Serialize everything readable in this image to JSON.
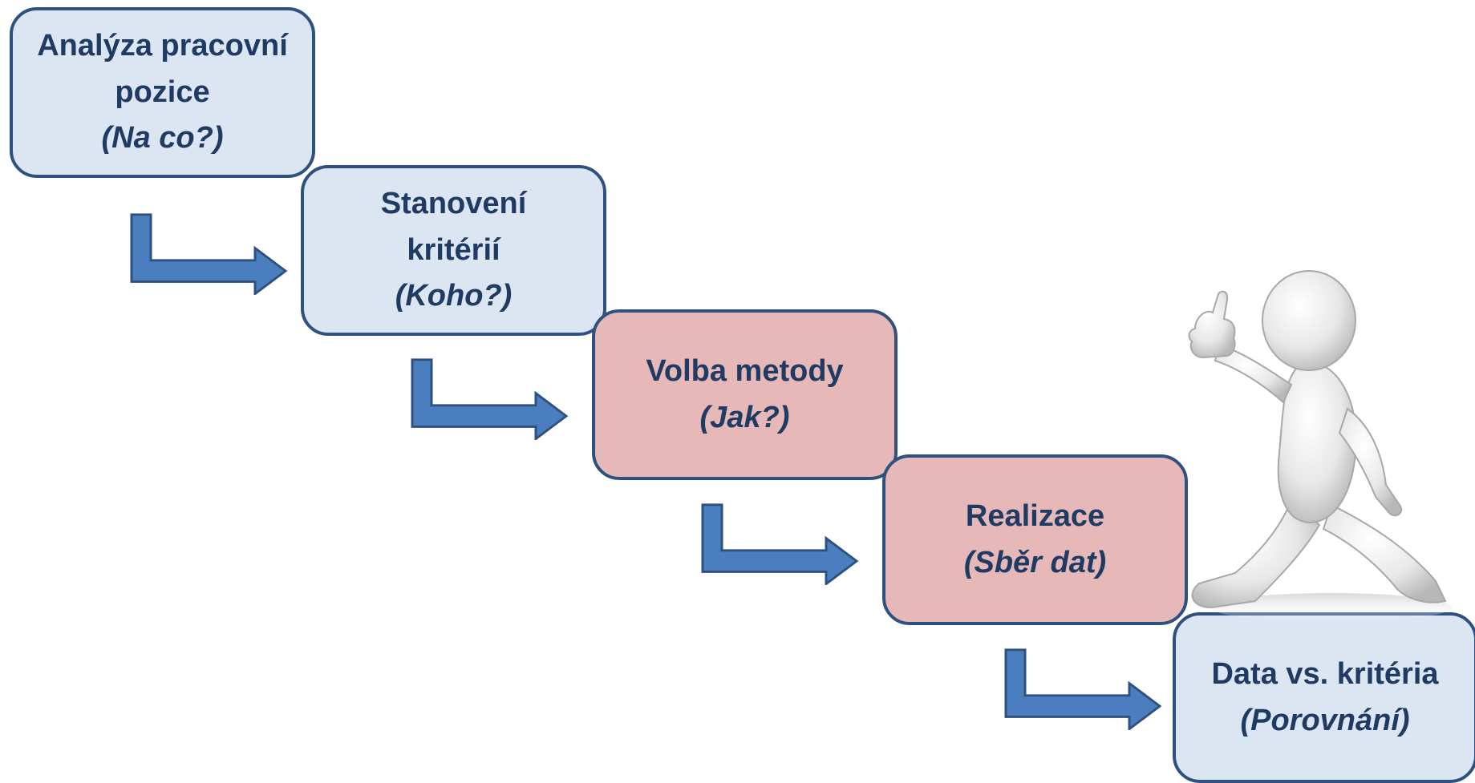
{
  "steps": [
    {
      "title": "Analýza pracovní pozice",
      "question": "(Na co?)",
      "color": "#dce6f2"
    },
    {
      "title": "Stanovení kritérií",
      "question": "(Koho?)",
      "color": "#dce6f2"
    },
    {
      "title": "Volba metody",
      "question": "(Jak?)",
      "color": "#e6b8b7"
    },
    {
      "title": "Realizace",
      "question": "(Sběr dat)",
      "color": "#e6b8b7"
    },
    {
      "title": "Data vs. kritéria",
      "question": "(Porovnání)",
      "color": "#dce6f2"
    }
  ],
  "colors": {
    "box_border": "#2e5180",
    "text": "#1f3b63",
    "arrow_fill": "#4a7ebf",
    "arrow_stroke": "#2e5180"
  },
  "icons": {
    "connector": "bent-arrow-icon",
    "figure": "thumbs-up-person-icon"
  }
}
